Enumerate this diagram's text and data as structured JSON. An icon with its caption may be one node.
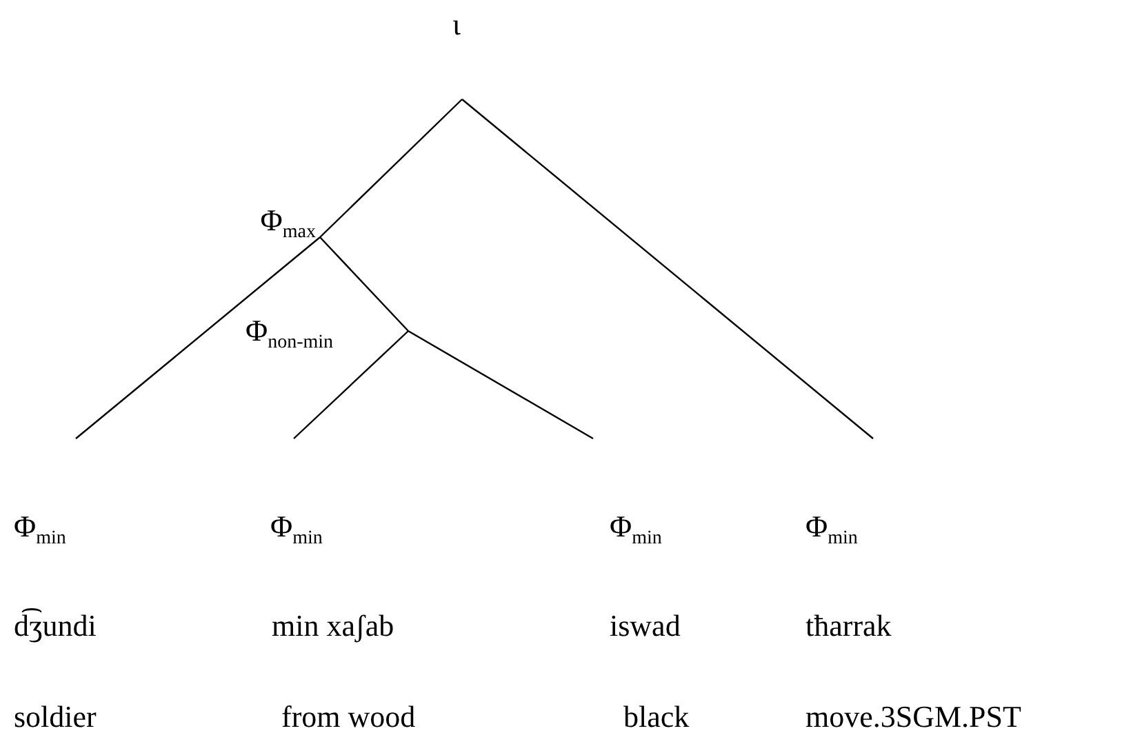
{
  "diagram": {
    "nodes": [
      {
        "text": [
          "ι"
        ]
      },
      {
        "text": [
          "Φ$_{max}$"
        ]
      },
      {
        "text": [
          "Φ$_{non-min}$"
        ]
      },
      {
        "text": [
          "Φ$_{min}$",
          "d͡ʒundi",
          "soldier"
        ]
      },
      {
        "text": [
          "Φ$_{min}$",
          "min xaʃab",
          "from wood"
        ]
      },
      {
        "text": [
          "Φ$_{min}$",
          "iswad",
          "black"
        ]
      },
      {
        "text": [
          "Φ$_{min}$",
          "tħarrak",
          "move.3SGM.PST"
        ]
      }
    ],
    "edges": [
      {
        "from": 0,
        "to": 1,
        "arrow": "none"
      },
      {
        "from": 0,
        "to": 6,
        "arrow": "none"
      },
      {
        "from": 1,
        "to": 3,
        "arrow": "none"
      },
      {
        "from": 1,
        "to": 2,
        "arrow": "none"
      },
      {
        "from": 2,
        "to": 4,
        "arrow": "none"
      },
      {
        "from": 2,
        "to": 5,
        "arrow": "none"
      }
    ]
  }
}
